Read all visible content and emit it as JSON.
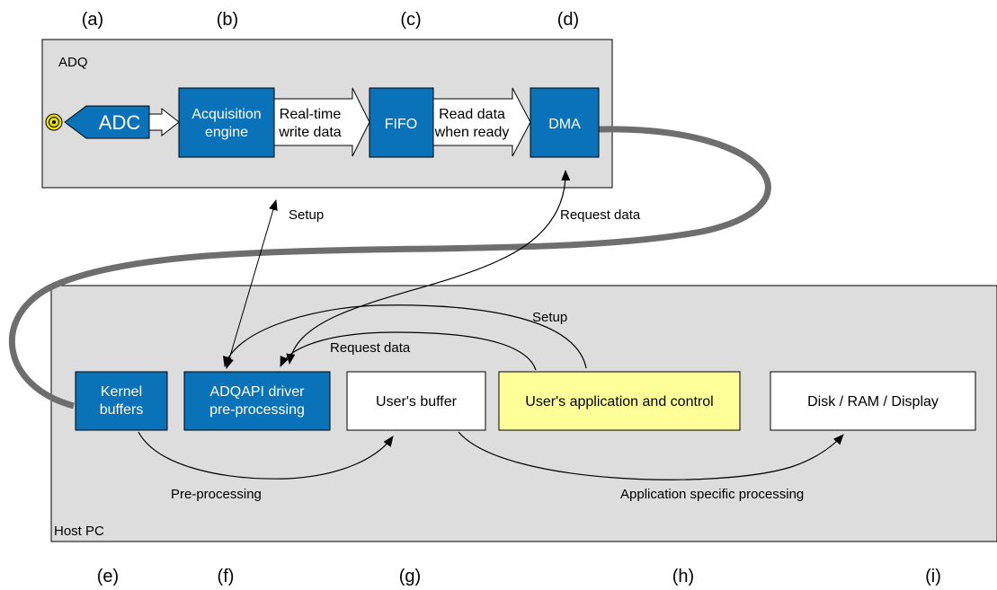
{
  "column_labels": {
    "top": [
      "(a)",
      "(b)",
      "(c)",
      "(d)"
    ],
    "bottom": [
      "(e)",
      "(f)",
      "(g)",
      "(h)",
      "(i)"
    ]
  },
  "adq": {
    "title": "ADQ",
    "adc": "ADC",
    "acq_line1": "Acquisition",
    "acq_line2": "engine",
    "rt_line1": "Real-time",
    "rt_line2": "write data",
    "fifo": "FIFO",
    "rd_line1": "Read data",
    "rd_line2": "when ready",
    "dma": "DMA"
  },
  "host": {
    "title": "Host PC",
    "kernel_line1": "Kernel",
    "kernel_line2": "buffers",
    "driver_line1": "ADQAPI driver",
    "driver_line2": "pre-processing",
    "users_buffer": "User's buffer",
    "users_app": "User's application and control",
    "disk": "Disk / RAM / Display"
  },
  "arrows": {
    "setup_top": "Setup",
    "request_top": "Request data",
    "setup_host": "Setup",
    "request_host": "Request data",
    "pre_processing": "Pre-processing",
    "app_processing": "Application specific processing"
  },
  "colors": {
    "box_blue": "#0a72b8",
    "app_yellow": "#ffff99",
    "panel_gray": "#dddddd",
    "cable_gray": "#6e6e6e",
    "connector_yellow": "#e8e000"
  }
}
